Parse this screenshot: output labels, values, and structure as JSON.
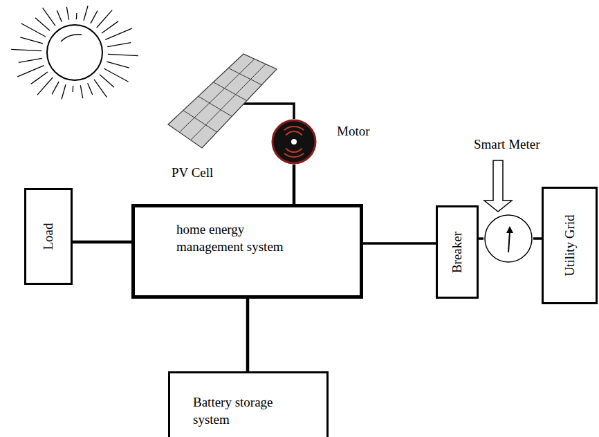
{
  "diagram": {
    "nodes": [
      {
        "text": [
          "PV Cell"
        ]
      },
      {
        "text": [
          "Motor"
        ]
      },
      {
        "text": [
          "Smart Meter"
        ]
      },
      {
        "text": [
          "Load"
        ]
      },
      {
        "text": [
          "home energy management system"
        ]
      },
      {
        "text": [
          "Breaker"
        ]
      },
      {
        "text": [
          "Utility Grid"
        ]
      },
      {
        "text": [
          "Battery storage system"
        ]
      }
    ],
    "edges": [
      {
        "from": 0,
        "to": 1,
        "arrow": "none"
      },
      {
        "from": 1,
        "to": 4,
        "arrow": "none"
      },
      {
        "from": 3,
        "to": 4,
        "arrow": "none"
      },
      {
        "from": 4,
        "to": 7,
        "arrow": "none"
      },
      {
        "from": 4,
        "to": 5,
        "arrow": "none"
      },
      {
        "from": 5,
        "to": 2,
        "arrow": "none"
      },
      {
        "from": 2,
        "to": 6,
        "arrow": "none"
      }
    ]
  }
}
